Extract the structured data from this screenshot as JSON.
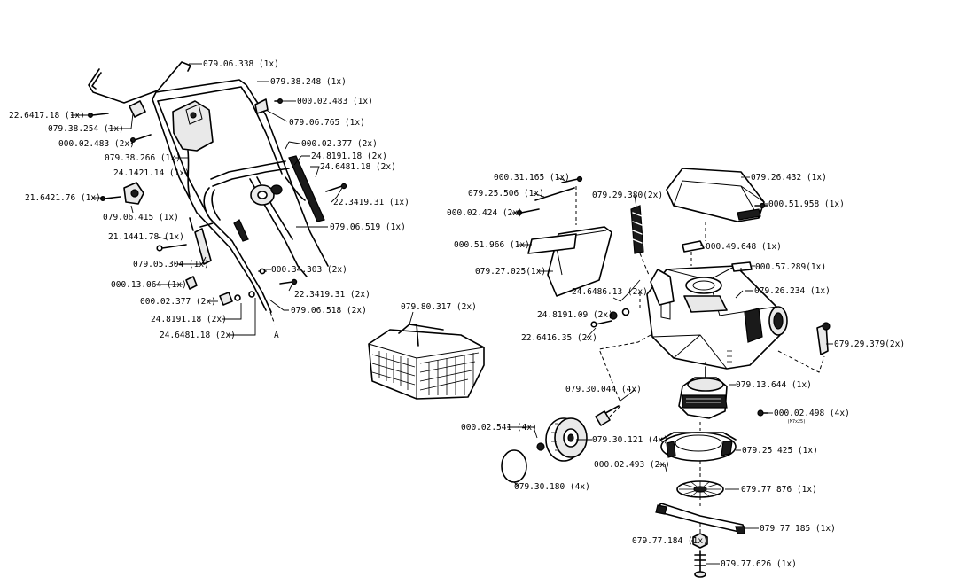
{
  "labels": {
    "l01": "079.06.338 (1x)",
    "l02": "079.38.248 (1x)",
    "l03": "000.02.483 (1x)",
    "l04": "22.6417.18 (1x)",
    "l05": "079.38.254 (1x)",
    "l06": "000.02.483 (2x)",
    "l07": "079.06.765 (1x)",
    "l08": "000.02.377 (2x)",
    "l09": "079.38.266 (1x)",
    "l10": "24.8191.18 (2x)",
    "l11": "24.6481.18 (2x)",
    "l12": "24.1421.14 (1x)",
    "l13": "22.3419.31 (1x)",
    "l14": "21.6421.76 (1x)",
    "l15": "079.06.415 (1x)",
    "l16": "079.06.519 (1x)",
    "l17": "21.1441.78 (1x)",
    "l18": "079.05.304 (1x)",
    "l19": "000.34.303 (2x)",
    "l20": "000.13.064 (1x)",
    "l21": "22.3419.31 (2x)",
    "l22": "000.02.377 (2x)",
    "l23": "079.06.518 (2x)",
    "l24": "24.8191.18 (2x)",
    "l25": "24.6481.18 (2x)",
    "l26": "A",
    "l27": "079.80.317 (2x)",
    "l28": "000.31.165 (1x)",
    "l29": "079.25.506 (1x)",
    "l30": "000.02.424 (2x)",
    "l31": "079.29.380(2x)",
    "l32": "079.26.432 (1x)",
    "l33": "000.51.958 (1x)",
    "l34": "000.51.966 (1x)",
    "l35": "000.49.648 (1x)",
    "l36": "079.27.025(1x)",
    "l37": "000.57.289(1x)",
    "l38": "24.6486.13 (2x)",
    "l39": "079.26.234 (1x)",
    "l40": "24.8191.09 (2x)",
    "l41": "22.6416.35 (2x)",
    "l42": "079.29.379(2x)",
    "l43": "079.30.044 (4x)",
    "l44": "079.13.644 (1x)",
    "l45": "000.02.498 (4x)",
    "l46": "000.02.541 (4x)",
    "l47": "079.30.121 (4x)",
    "l48": "079.25 425 (1x)",
    "l49": "000.02.493 (2x)",
    "l50": "079.77 876 (1x)",
    "l51": "079.30.180 (4x)",
    "l52": "079 77 185 (1x)",
    "l53": "079.77.184 (1x)",
    "l54": "079.77.626 (1x)"
  }
}
